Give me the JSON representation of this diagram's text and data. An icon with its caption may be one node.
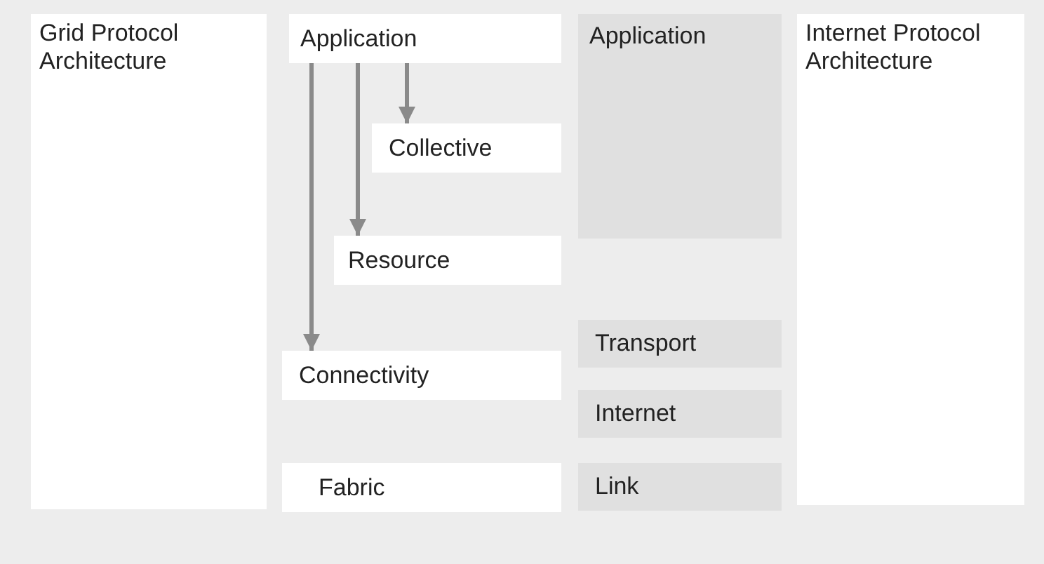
{
  "diagram": {
    "nodes": [
      {
        "text": [
          "Grid Protocol Architecture"
        ]
      },
      {
        "text": [
          "Application"
        ]
      },
      {
        "text": [
          "Collective"
        ]
      },
      {
        "text": [
          "Resource"
        ]
      },
      {
        "text": [
          "Connectivity"
        ]
      },
      {
        "text": [
          "Fabric"
        ]
      },
      {
        "text": [
          "Application"
        ]
      },
      {
        "text": [
          "Transport"
        ]
      },
      {
        "text": [
          "Internet"
        ]
      },
      {
        "text": [
          "Link"
        ]
      },
      {
        "text": [
          "Internet Protocol Architecture"
        ]
      }
    ],
    "edges": [
      {
        "from": 1,
        "to": 2,
        "arrow": "to"
      },
      {
        "from": 1,
        "to": 3,
        "arrow": "to"
      },
      {
        "from": 1,
        "to": 4,
        "arrow": "to"
      }
    ]
  }
}
